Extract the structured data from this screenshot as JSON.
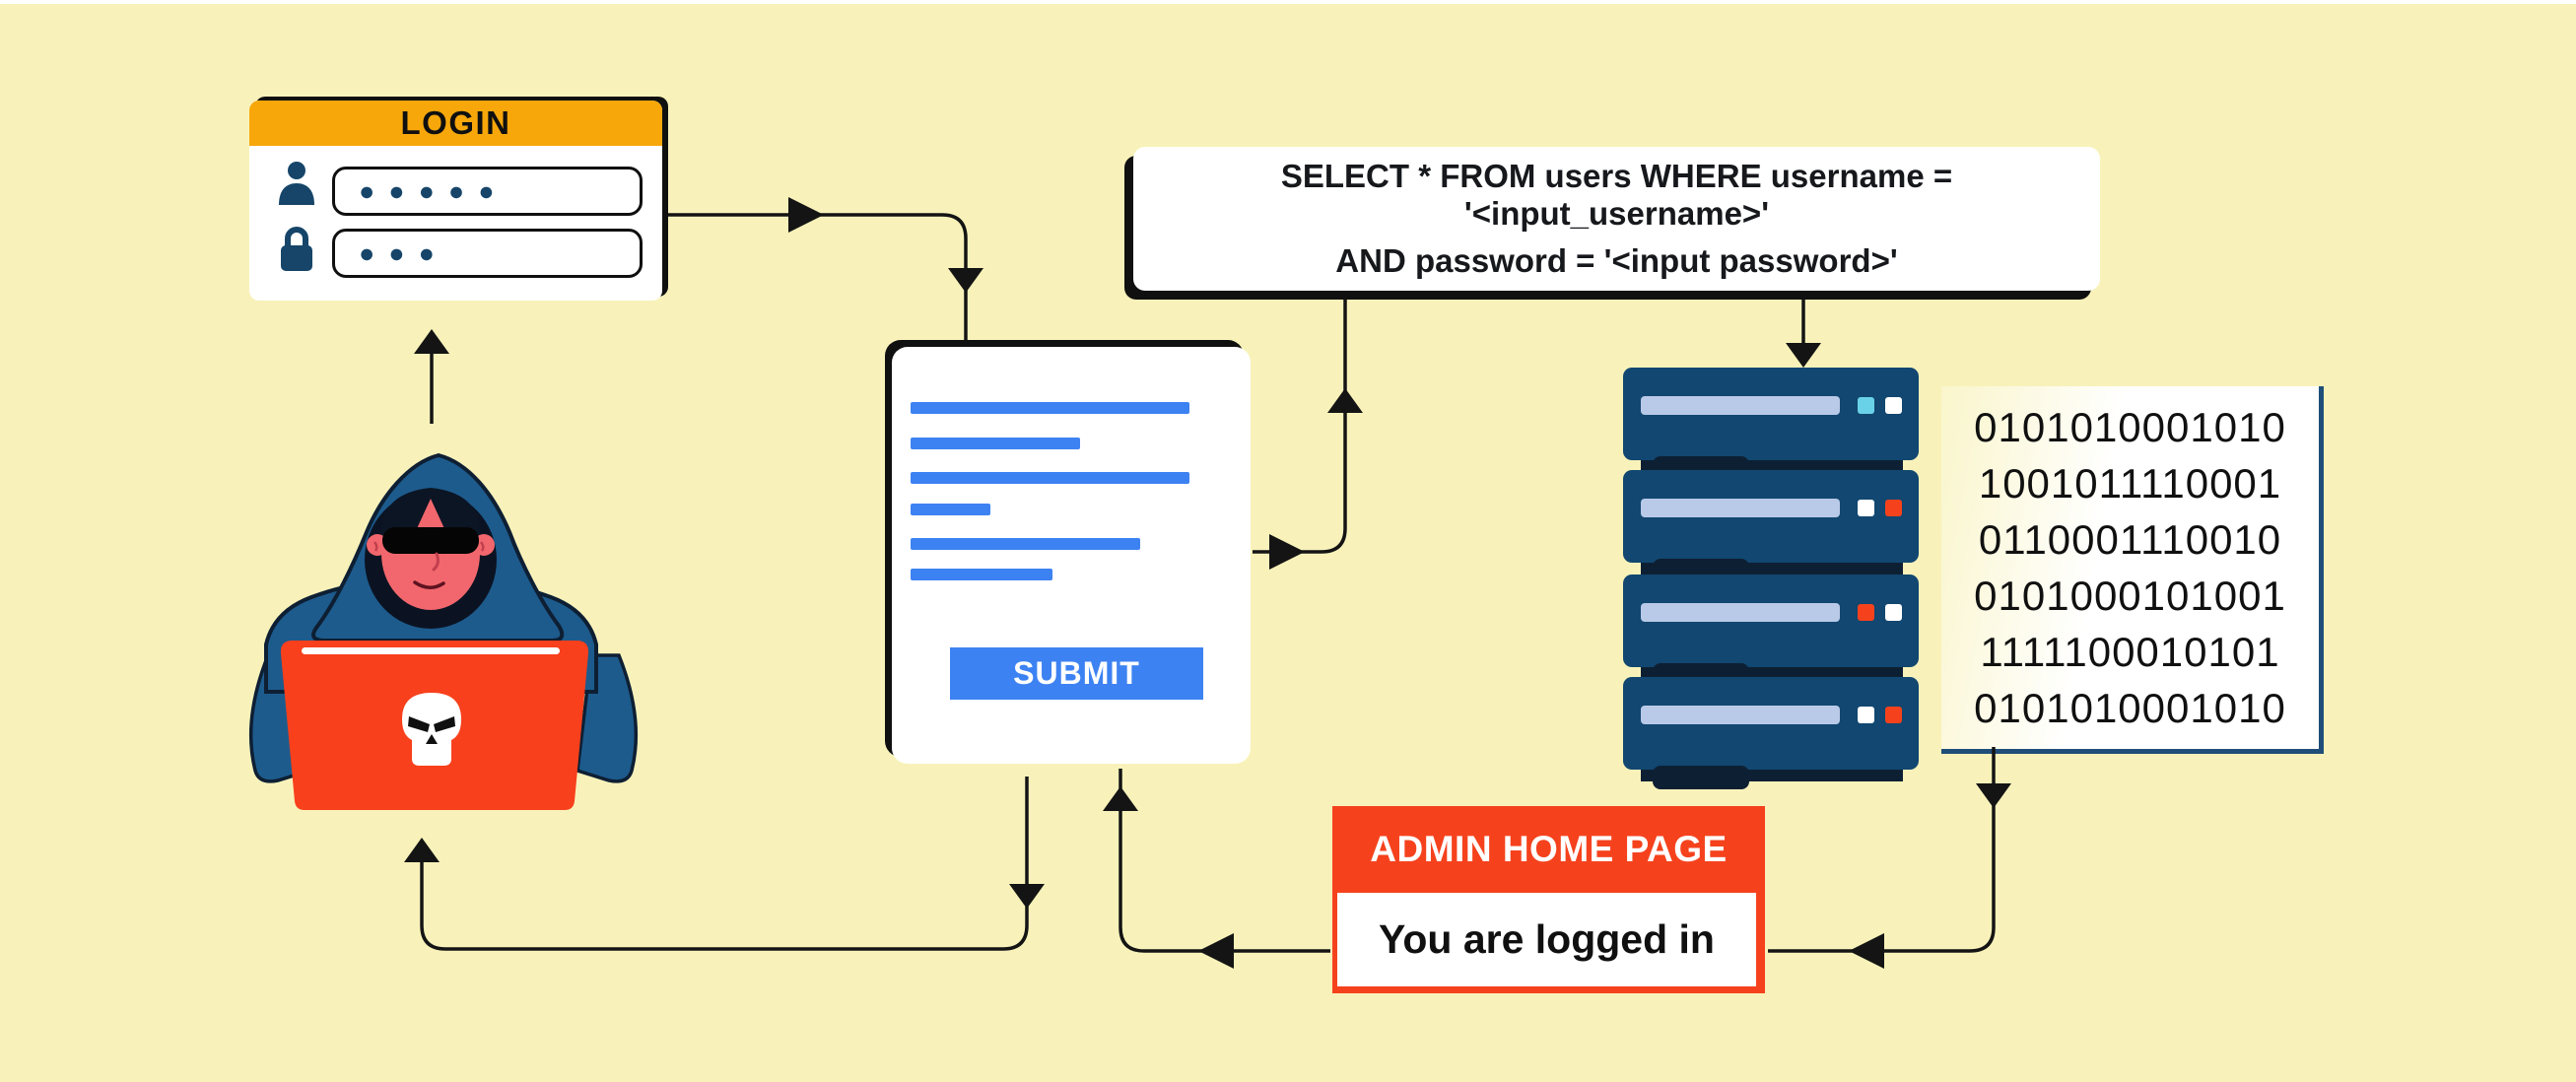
{
  "diagram_title": "SQL injection attack flow",
  "colors": {
    "background": "#f8f2ba",
    "line": "#141414",
    "login_header_orange": "#f7a70a",
    "navy": "#164569",
    "accent_blue": "#3d82f2",
    "server_body": "#114770",
    "server_dark": "#0d2033",
    "server_slot": "#b9c9e8",
    "red": "#f5421d",
    "binary_border": "#1f4e78",
    "hoodie_blue": "#1d5b8d",
    "face_salmon": "#f2676d",
    "shirt_blue": "#aac7f2"
  },
  "login_card": {
    "title": "LOGIN",
    "username_value": "●●●●●",
    "password_value": "●●●"
  },
  "form_card": {
    "submit_label": "SUBMIT"
  },
  "sql_box": {
    "line1": "SELECT * FROM users WHERE username = '<input_username>'",
    "line2": "AND password = '<input password>'"
  },
  "server": {
    "units": [
      {
        "led1": "#6ad2e8",
        "led2": "#ffffff"
      },
      {
        "led1": "#ffffff",
        "led2": "#f5421d"
      },
      {
        "led1": "#f5421d",
        "led2": "#ffffff"
      },
      {
        "led1": "#ffffff",
        "led2": "#f5421d"
      }
    ]
  },
  "binary_panel": {
    "lines": [
      "0101010001010",
      "1001011110001",
      "0110001110010",
      "0101000101001",
      "1111100010101",
      "0101010001010"
    ]
  },
  "admin_box": {
    "header": "ADMIN HOME PAGE",
    "body": "You are logged in"
  }
}
